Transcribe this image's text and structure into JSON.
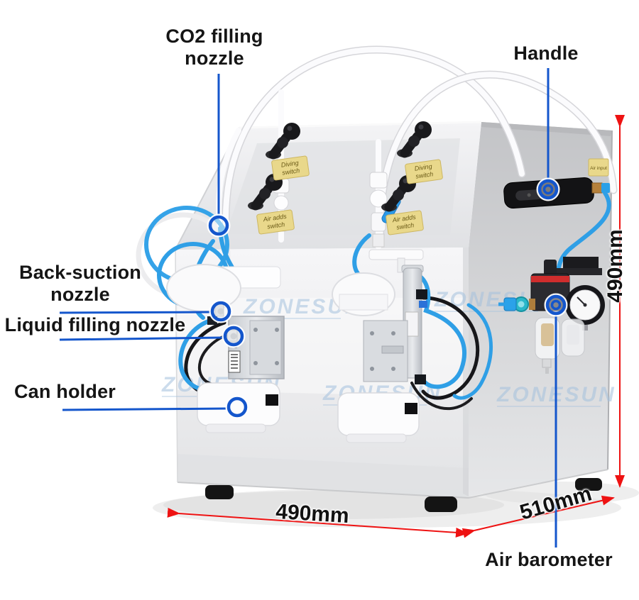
{
  "callouts": {
    "co2_nozzle": {
      "line1": "CO2 filling",
      "line2": "nozzle"
    },
    "handle": {
      "label": "Handle"
    },
    "back_suction_nozzle": {
      "line1": "Back-suction",
      "line2": "nozzle"
    },
    "liquid_filling_nozzle": {
      "label": "Liquid filling nozzle"
    },
    "can_holder": {
      "label": "Can holder"
    },
    "air_barometer": {
      "label": "Air barometer"
    }
  },
  "dimensions": {
    "machine_width": "490mm",
    "machine_height": "490mm",
    "machine_depth": "510mm"
  },
  "machine_stickers": {
    "diving_switch_left": {
      "line1": "Diving",
      "line2": "switch"
    },
    "air_adds_switch_left": {
      "line1": "Air adds",
      "line2": "switch"
    },
    "diving_switch_right": {
      "line1": "Diving",
      "line2": "switch"
    },
    "air_adds_switch_right": {
      "line1": "Air adds",
      "line2": "switch"
    },
    "air_input": {
      "label": "Air input"
    }
  },
  "watermark": {
    "text": "ZONESUN"
  },
  "colors": {
    "callout_blue": "#1456cc",
    "dimension_red": "#ee1212",
    "watermark_blue": "#a4c1de",
    "sticker_yellow": "#e9d88b"
  }
}
